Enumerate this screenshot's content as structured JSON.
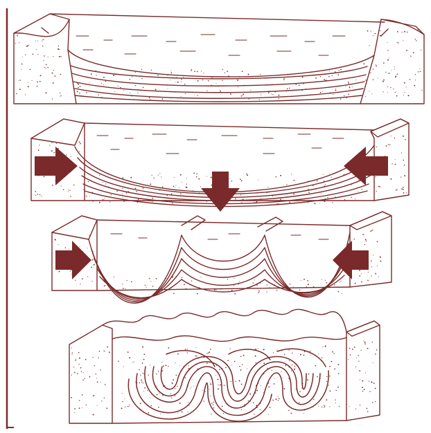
{
  "figure": {
    "ink_color": "#7a2a2a",
    "paper_color": "#ffffff",
    "stages": [
      {
        "id": "stage-1",
        "depicts": "sediment-filled-basin",
        "arrows": []
      },
      {
        "id": "stage-2",
        "depicts": "basin-compression",
        "arrows": [
          "right-arrow",
          "left-arrow",
          "down-arrow"
        ]
      },
      {
        "id": "stage-3",
        "depicts": "initial-folding",
        "arrows": [
          "right-arrow",
          "left-arrow"
        ]
      },
      {
        "id": "stage-4",
        "depicts": "complex-folded-strata",
        "arrows": []
      }
    ]
  }
}
